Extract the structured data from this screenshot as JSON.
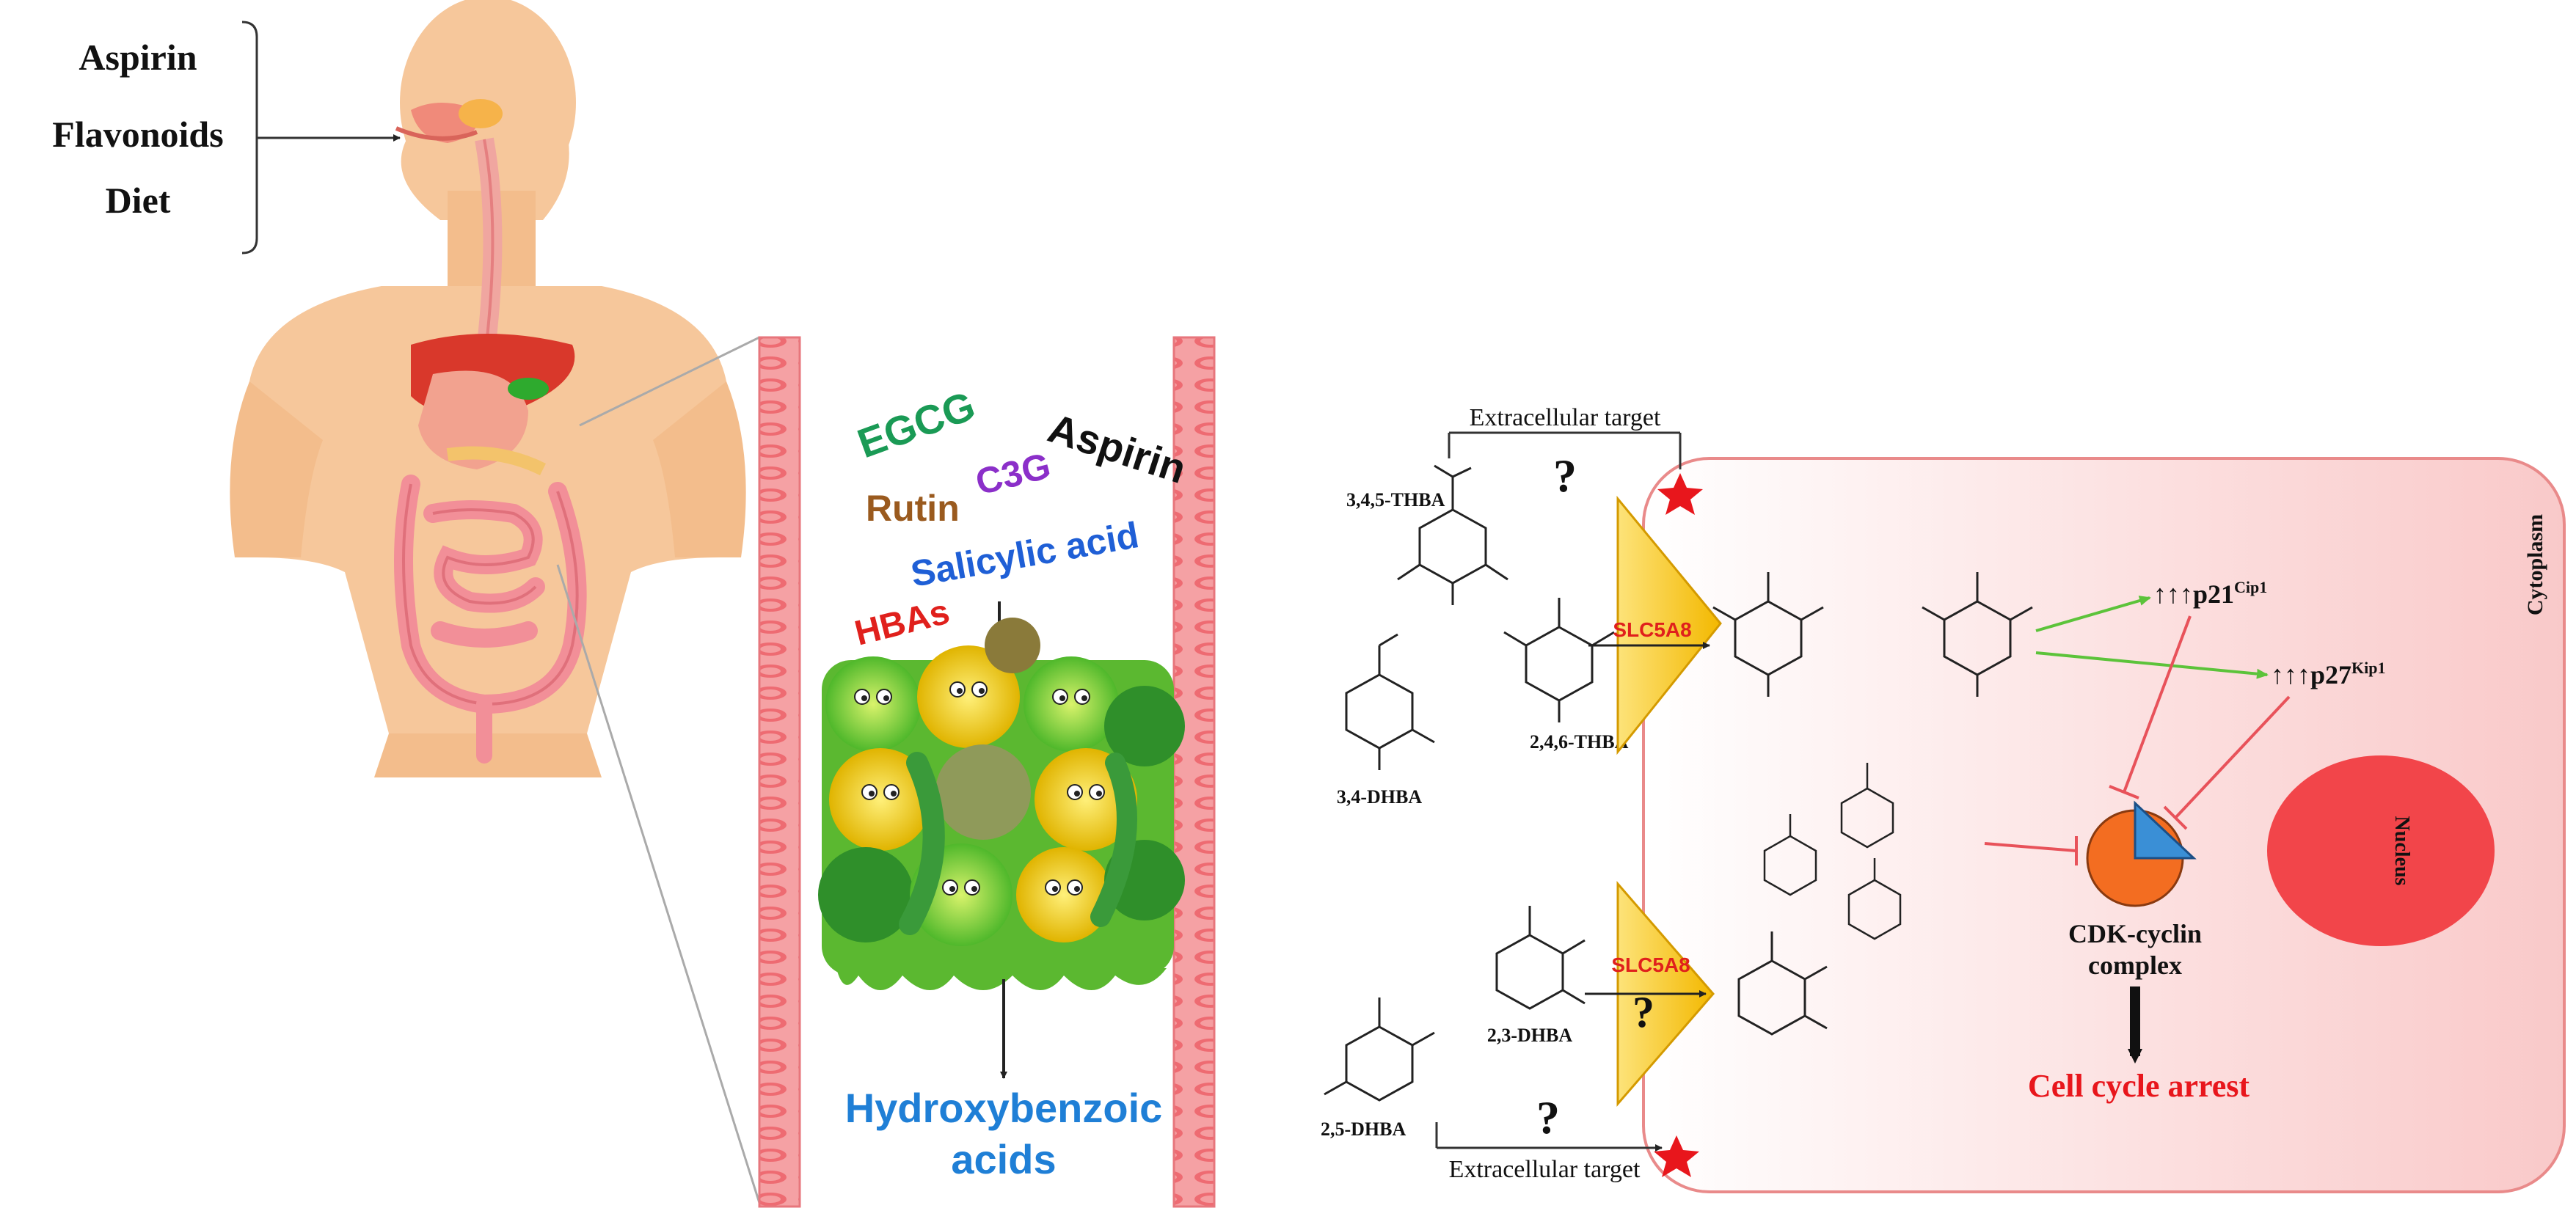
{
  "intake": {
    "items": [
      "Aspirin",
      "Flavonoids",
      "Diet"
    ]
  },
  "gut": {
    "compounds": [
      {
        "label": "EGCG",
        "color": "#1a9a55"
      },
      {
        "label": "C3G",
        "color": "#8b2fc9"
      },
      {
        "label": "Aspirin",
        "color": "#111111"
      },
      {
        "label": "Rutin",
        "color": "#9a5a1e"
      },
      {
        "label": "Salicylic acid",
        "color": "#1f5fd6"
      },
      {
        "label": "HBAs",
        "color": "#e0201c"
      }
    ],
    "product_line1": "Hydroxybenzoic",
    "product_line2": "acids",
    "product_color": "#1f7fd6"
  },
  "molecules": {
    "m_345_thba": "3,4,5-THBA",
    "m_246_thba": "2,4,6-THBA",
    "m_34_dhba": "3,4-DHBA",
    "m_23_dhba": "2,3-DHBA",
    "m_25_dhba": "2,5-DHBA"
  },
  "targets": {
    "top_label": "Extracellular target",
    "bottom_label": "Extracellular target",
    "unknown_top": "?",
    "unknown_bottom": "?",
    "unknown_transporter": "?"
  },
  "transporters": {
    "top": "SLC5A8",
    "bottom": "SLC5A8"
  },
  "cell": {
    "cytoplasm": "Cytoplasm",
    "nucleus": "Nucleus",
    "complex_line1": "CDK-cyclin",
    "complex_line2": "complex",
    "outcome": "Cell cycle arrest",
    "p21_arrows": "↑↑↑",
    "p21_main": "p21",
    "p21_sup": "Cip1",
    "p27_arrows": "↑↑↑",
    "p27_main": "p27",
    "p27_sup": "Kip1"
  },
  "colors": {
    "skin": "#f6c79b",
    "cell_fill": "#fbd3d3",
    "cell_border": "#e98a8a",
    "nucleus": "#f2454a",
    "wall": "#f28a8e",
    "transporter": "#f7c400",
    "activation": "#5cc33a",
    "inhibition": "#e8525a",
    "outcome": "#e8161c"
  }
}
